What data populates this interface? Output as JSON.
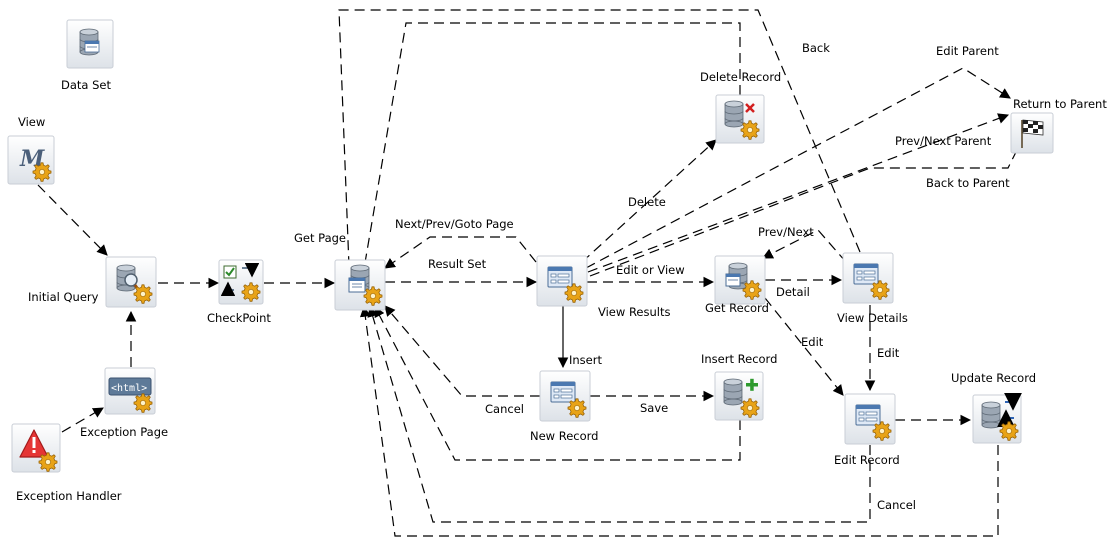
{
  "nodes": {
    "data_set": {
      "label": "Data Set"
    },
    "view": {
      "label": "View"
    },
    "initial_query": {
      "label": "Initial Query"
    },
    "checkpoint": {
      "label": "CheckPoint"
    },
    "get_page": {
      "label": "Get Page"
    },
    "exception_page": {
      "label": "Exception Page"
    },
    "exception_handler": {
      "label": "Exception Handler"
    },
    "view_results": {
      "label": "View Results"
    },
    "delete_record": {
      "label": "Delete Record"
    },
    "get_record": {
      "label": "Get Record"
    },
    "view_details": {
      "label": "View Details"
    },
    "return_to_parent": {
      "label": "Return to Parent"
    },
    "new_record": {
      "label": "New Record"
    },
    "insert_record": {
      "label": "Insert Record"
    },
    "edit_record": {
      "label": "Edit Record"
    },
    "update_record": {
      "label": "Update Record"
    }
  },
  "edges": {
    "back": "Back",
    "edit_parent": "Edit Parent",
    "prev_next_parent": "Prev/Next Parent",
    "back_to_parent": "Back to Parent",
    "delete": "Delete",
    "next_prev_goto_page": "Next/Prev/Goto Page",
    "result_set": "Result Set",
    "prev_next": "Prev/Next",
    "edit_or_view": "Edit or View",
    "detail": "Detail",
    "edit_from_get": "Edit",
    "edit_from_details": "Edit",
    "insert": "Insert",
    "cancel_new": "Cancel",
    "save": "Save",
    "cancel_edit": "Cancel"
  },
  "icons": {
    "html_badge_text": "<html>",
    "view_glyph": "M"
  }
}
